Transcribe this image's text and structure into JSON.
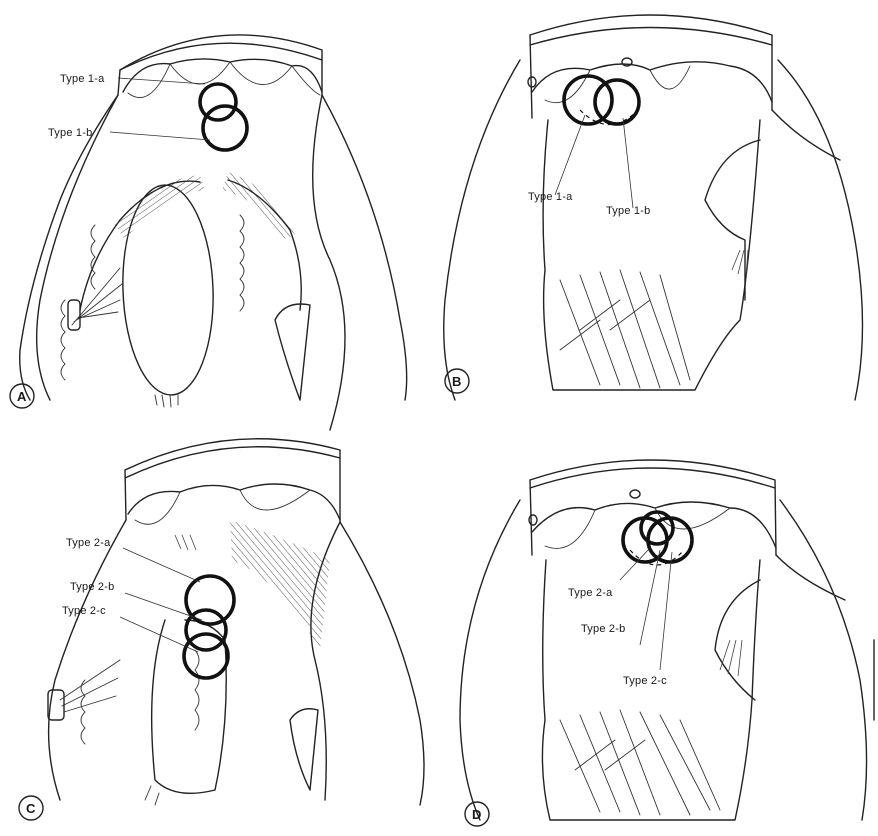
{
  "panels": [
    {
      "id": "A",
      "letter": "A",
      "labels": [
        "Type 1-a",
        "Type 1-b"
      ]
    },
    {
      "id": "B",
      "letter": "B",
      "labels": [
        "Type 1-a",
        "Type 1-b"
      ]
    },
    {
      "id": "C",
      "letter": "C",
      "labels": [
        "Type 2-a",
        "Type 2-b",
        "Type 2-c"
      ]
    },
    {
      "id": "D",
      "letter": "D",
      "labels": [
        "Type 2-a",
        "Type 2-b",
        "Type 2-c"
      ]
    }
  ]
}
